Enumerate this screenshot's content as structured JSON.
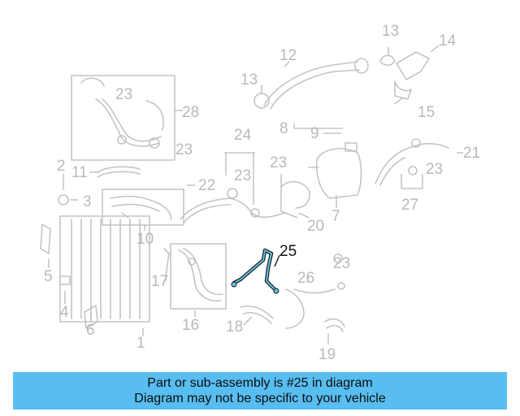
{
  "diagram": {
    "highlight_color": "#5fc3e4",
    "highlighted_part": "25",
    "callouts": {
      "c1": "1",
      "c2": "2",
      "c3": "3",
      "c4": "4",
      "c5": "5",
      "c6": "6",
      "c7": "7",
      "c8": "8",
      "c9": "9",
      "c10": "10",
      "c11": "11",
      "c12": "12",
      "c13a": "13",
      "c13b": "13",
      "c14": "14",
      "c15": "15",
      "c16": "16",
      "c17": "17",
      "c18": "18",
      "c19": "19",
      "c20": "20",
      "c21": "21",
      "c22": "22",
      "c23a": "23",
      "c23b": "23",
      "c23c": "23",
      "c23d": "23",
      "c23e": "23",
      "c23f": "23",
      "c24": "24",
      "c25": "25",
      "c26": "26",
      "c27": "27",
      "c28": "28"
    }
  },
  "banner": {
    "line1": "Part or sub-assembly is #25 in diagram",
    "line2": "Diagram may not be specific to your vehicle",
    "background": "#58bdf0"
  }
}
